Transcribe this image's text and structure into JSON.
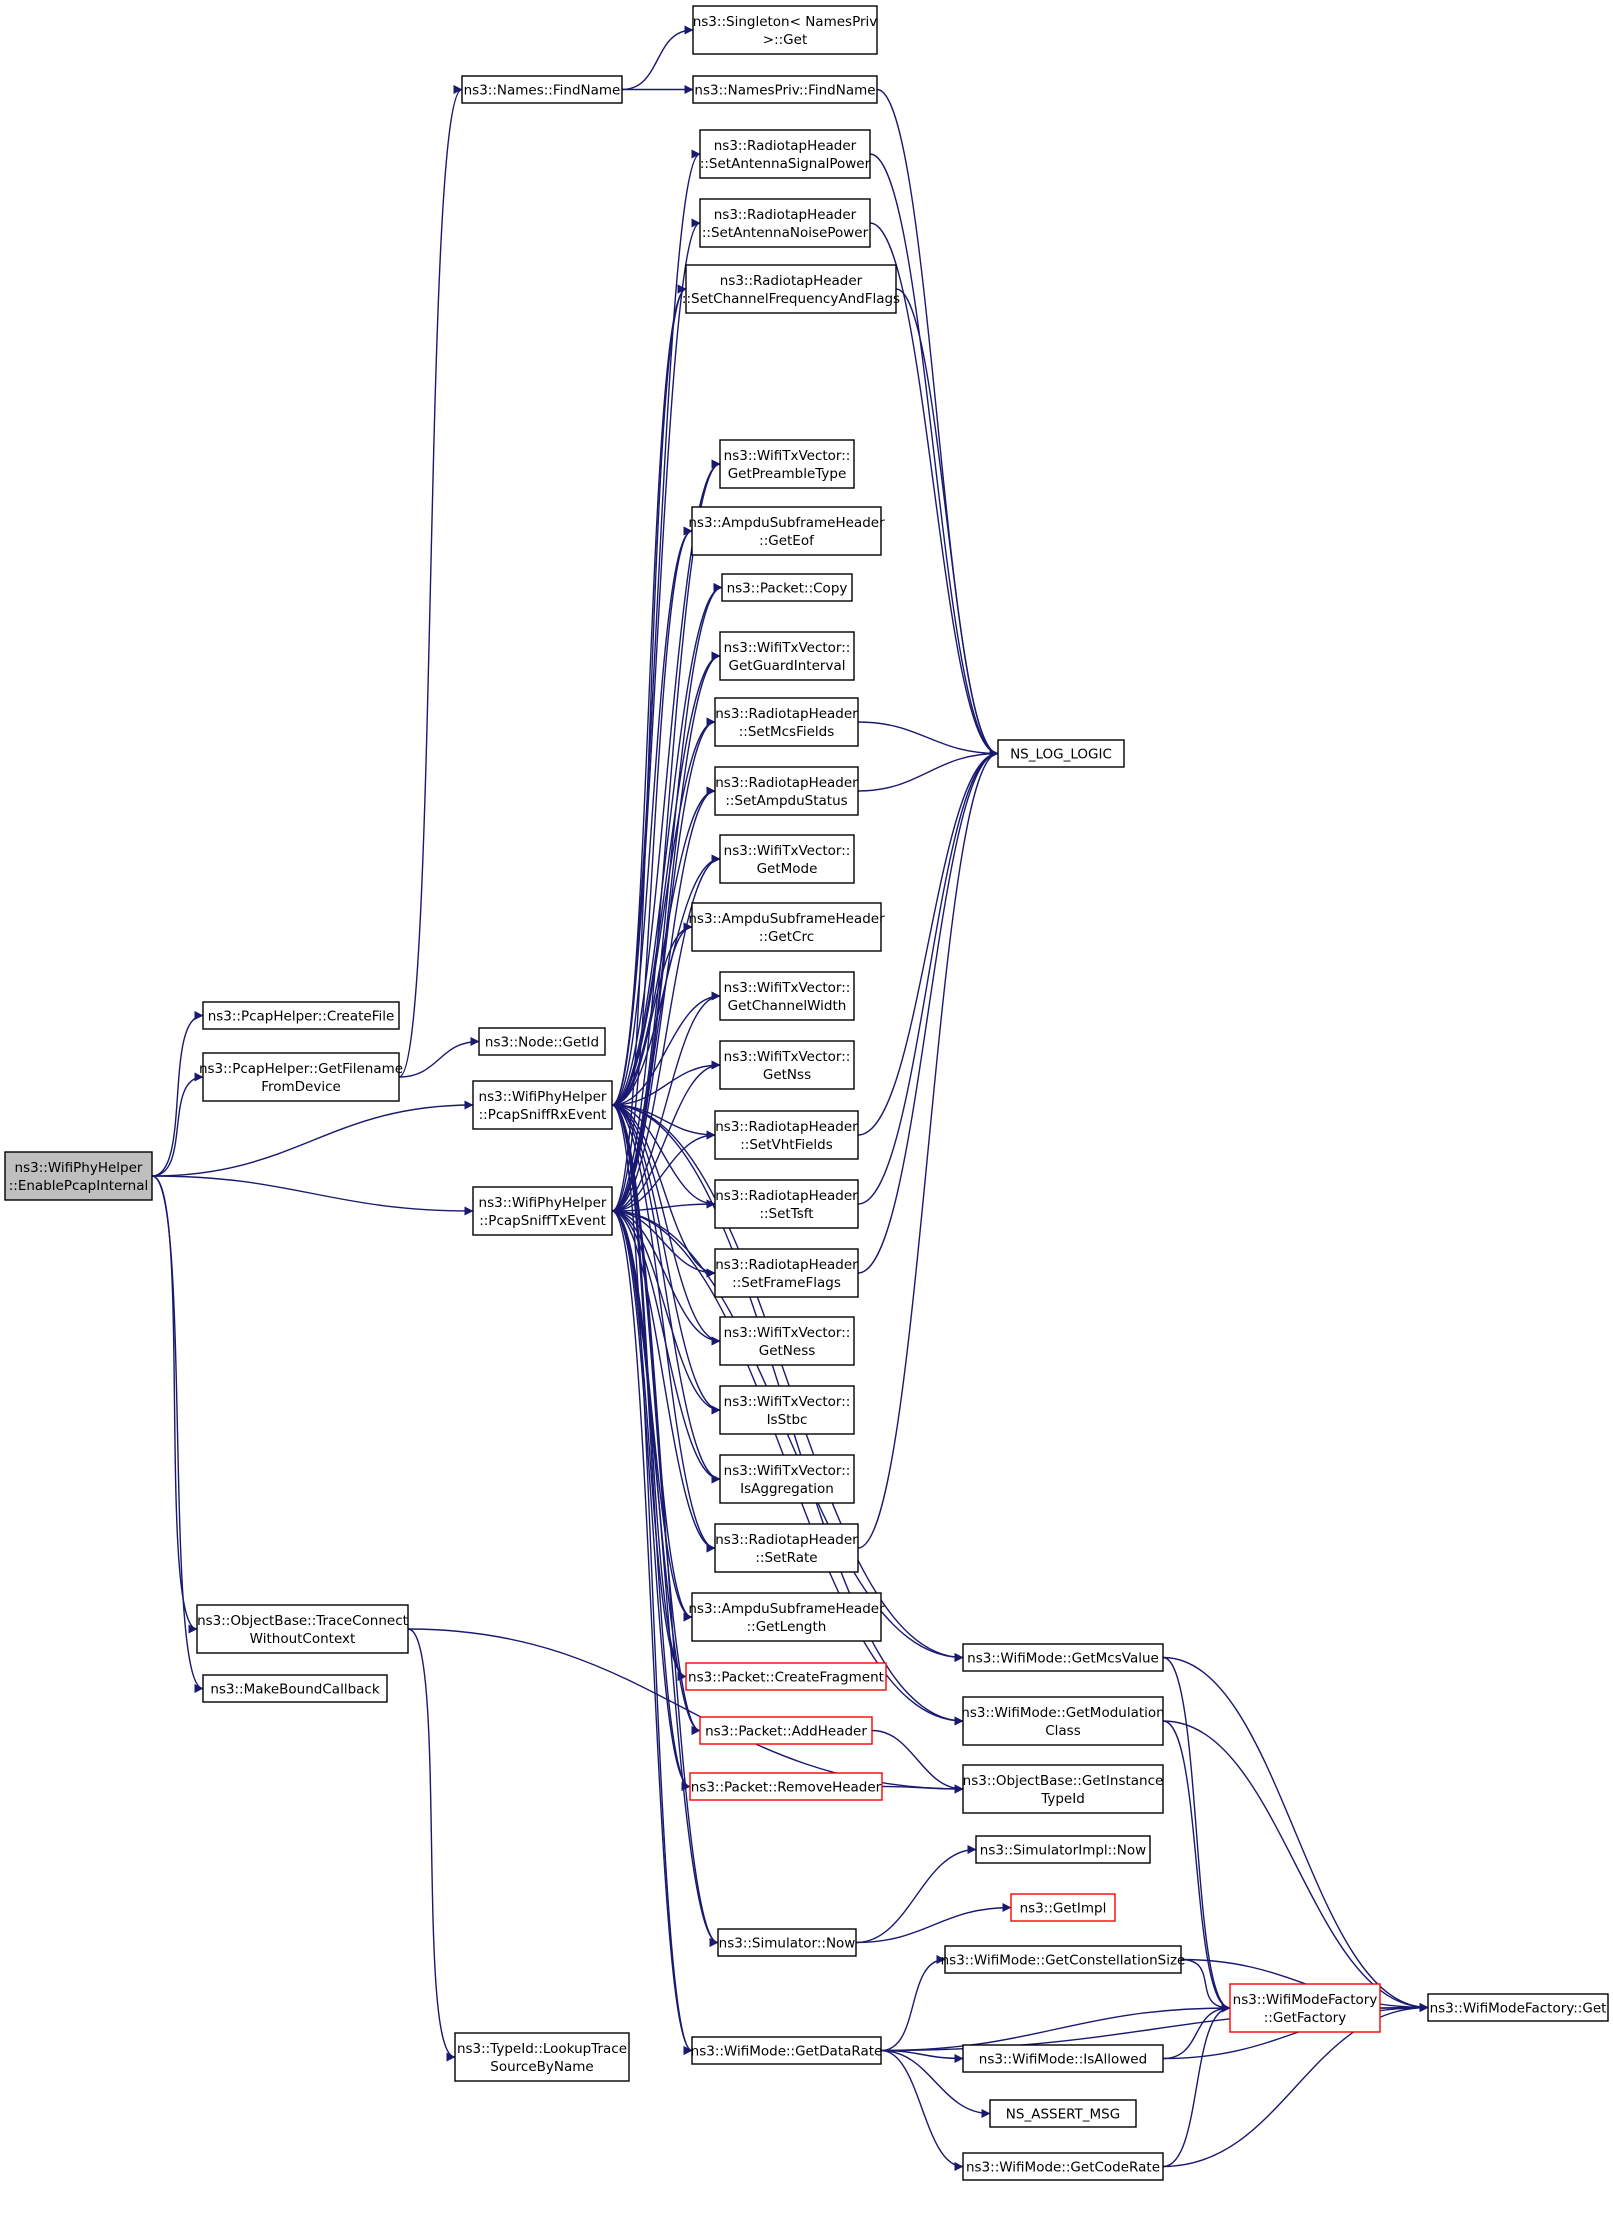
{
  "colors": {
    "edge": "#191970",
    "node_border": "#000000",
    "node_border_truncated": "#ff0000",
    "node_fill": "#ffffff",
    "root_fill": "#bfbfbf"
  },
  "nodes": [
    {
      "id": "root",
      "lines": [
        "ns3::WifiPhyHelper",
        "::EnablePcapInternal"
      ],
      "root": true
    },
    {
      "id": "createfile",
      "lines": [
        "ns3::PcapHelper::CreateFile"
      ]
    },
    {
      "id": "getfilename",
      "lines": [
        "ns3::PcapHelper::GetFilename",
        "FromDevice"
      ]
    },
    {
      "id": "tracecon",
      "lines": [
        "ns3::ObjectBase::TraceConnect",
        "WithoutContext"
      ]
    },
    {
      "id": "makebound",
      "lines": [
        "ns3::MakeBoundCallback"
      ]
    },
    {
      "id": "namesfind",
      "lines": [
        "ns3::Names::FindName"
      ]
    },
    {
      "id": "nodegetid",
      "lines": [
        "ns3::Node::GetId"
      ]
    },
    {
      "id": "rxevent",
      "lines": [
        "ns3::WifiPhyHelper",
        "::PcapSniffRxEvent"
      ]
    },
    {
      "id": "txevent",
      "lines": [
        "ns3::WifiPhyHelper",
        "::PcapSniffTxEvent"
      ]
    },
    {
      "id": "lookup",
      "lines": [
        "ns3::TypeId::LookupTrace",
        "SourceByName"
      ]
    },
    {
      "id": "singleton",
      "lines": [
        "ns3::Singleton< NamesPriv",
        ">::Get"
      ]
    },
    {
      "id": "namespriv",
      "lines": [
        "ns3::NamesPriv::FindName"
      ]
    },
    {
      "id": "setsig",
      "lines": [
        "ns3::RadiotapHeader",
        "::SetAntennaSignalPower"
      ]
    },
    {
      "id": "setnoise",
      "lines": [
        "ns3::RadiotapHeader",
        "::SetAntennaNoisePower"
      ]
    },
    {
      "id": "setchan",
      "lines": [
        "ns3::RadiotapHeader",
        "::SetChannelFrequencyAndFlags"
      ]
    },
    {
      "id": "getpreamble",
      "lines": [
        "ns3::WifiTxVector::",
        "GetPreambleType"
      ]
    },
    {
      "id": "geteof",
      "lines": [
        "ns3::AmpduSubframeHeader",
        "::GetEof"
      ]
    },
    {
      "id": "pktcopy",
      "lines": [
        "ns3::Packet::Copy"
      ]
    },
    {
      "id": "getguard",
      "lines": [
        "ns3::WifiTxVector::",
        "GetGuardInterval"
      ]
    },
    {
      "id": "setmcs",
      "lines": [
        "ns3::RadiotapHeader",
        "::SetMcsFields"
      ]
    },
    {
      "id": "setampdu",
      "lines": [
        "ns3::RadiotapHeader",
        "::SetAmpduStatus"
      ]
    },
    {
      "id": "getmode",
      "lines": [
        "ns3::WifiTxVector::",
        "GetMode"
      ]
    },
    {
      "id": "getcrc",
      "lines": [
        "ns3::AmpduSubframeHeader",
        "::GetCrc"
      ]
    },
    {
      "id": "getchw",
      "lines": [
        "ns3::WifiTxVector::",
        "GetChannelWidth"
      ]
    },
    {
      "id": "getnss",
      "lines": [
        "ns3::WifiTxVector::",
        "GetNss"
      ]
    },
    {
      "id": "setvht",
      "lines": [
        "ns3::RadiotapHeader",
        "::SetVhtFields"
      ]
    },
    {
      "id": "settsft",
      "lines": [
        "ns3::RadiotapHeader",
        "::SetTsft"
      ]
    },
    {
      "id": "setframe",
      "lines": [
        "ns3::RadiotapHeader",
        "::SetFrameFlags"
      ]
    },
    {
      "id": "getness",
      "lines": [
        "ns3::WifiTxVector::",
        "GetNess"
      ]
    },
    {
      "id": "isstbc",
      "lines": [
        "ns3::WifiTxVector::",
        "IsStbc"
      ]
    },
    {
      "id": "isagg",
      "lines": [
        "ns3::WifiTxVector::",
        "IsAggregation"
      ]
    },
    {
      "id": "setrate",
      "lines": [
        "ns3::RadiotapHeader",
        "::SetRate"
      ]
    },
    {
      "id": "getlength",
      "lines": [
        "ns3::AmpduSubframeHeader",
        "::GetLength"
      ]
    },
    {
      "id": "createfrag",
      "lines": [
        "ns3::Packet::CreateFragment"
      ],
      "truncated": true
    },
    {
      "id": "addheader",
      "lines": [
        "ns3::Packet::AddHeader"
      ],
      "truncated": true
    },
    {
      "id": "removeheader",
      "lines": [
        "ns3::Packet::RemoveHeader"
      ],
      "truncated": true
    },
    {
      "id": "simnow",
      "lines": [
        "ns3::Simulator::Now"
      ]
    },
    {
      "id": "getdatarate",
      "lines": [
        "ns3::WifiMode::GetDataRate"
      ]
    },
    {
      "id": "nslog",
      "lines": [
        "NS_LOG_LOGIC"
      ]
    },
    {
      "id": "getmcsval",
      "lines": [
        "ns3::WifiMode::GetMcsValue"
      ]
    },
    {
      "id": "getmodclass",
      "lines": [
        "ns3::WifiMode::GetModulation",
        "Class"
      ]
    },
    {
      "id": "getinst",
      "lines": [
        "ns3::ObjectBase::GetInstance",
        "TypeId"
      ]
    },
    {
      "id": "simimplnow",
      "lines": [
        "ns3::SimulatorImpl::Now"
      ]
    },
    {
      "id": "getimpl",
      "lines": [
        "ns3::GetImpl"
      ],
      "truncated": true
    },
    {
      "id": "getconst",
      "lines": [
        "ns3::WifiMode::GetConstellationSize"
      ]
    },
    {
      "id": "isallowed",
      "lines": [
        "ns3::WifiMode::IsAllowed"
      ]
    },
    {
      "id": "nsassert",
      "lines": [
        "NS_ASSERT_MSG"
      ]
    },
    {
      "id": "getcoderate",
      "lines": [
        "ns3::WifiMode::GetCodeRate"
      ]
    },
    {
      "id": "factory",
      "lines": [
        "ns3::WifiModeFactory",
        "::GetFactory"
      ],
      "truncated": true
    },
    {
      "id": "factoryget",
      "lines": [
        "ns3::WifiModeFactory::Get"
      ]
    }
  ],
  "edges": [
    [
      "root",
      "createfile"
    ],
    [
      "root",
      "getfilename"
    ],
    [
      "root",
      "rxevent"
    ],
    [
      "root",
      "txevent"
    ],
    [
      "root",
      "tracecon"
    ],
    [
      "root",
      "makebound"
    ],
    [
      "getfilename",
      "namesfind"
    ],
    [
      "getfilename",
      "nodegetid"
    ],
    [
      "namesfind",
      "singleton"
    ],
    [
      "namesfind",
      "namespriv"
    ],
    [
      "namespriv",
      "nslog"
    ],
    [
      "setsig",
      "nslog"
    ],
    [
      "setnoise",
      "nslog"
    ],
    [
      "setchan",
      "nslog"
    ],
    [
      "setmcs",
      "nslog"
    ],
    [
      "setampdu",
      "nslog"
    ],
    [
      "setvht",
      "nslog"
    ],
    [
      "settsft",
      "nslog"
    ],
    [
      "setframe",
      "nslog"
    ],
    [
      "setrate",
      "nslog"
    ],
    [
      "tracecon",
      "lookup"
    ],
    [
      "tracecon",
      "getinst"
    ],
    [
      "rxevent",
      "setsig"
    ],
    [
      "rxevent",
      "setnoise"
    ],
    [
      "rxevent",
      "setchan"
    ],
    [
      "rxevent",
      "getpreamble"
    ],
    [
      "rxevent",
      "geteof"
    ],
    [
      "rxevent",
      "pktcopy"
    ],
    [
      "rxevent",
      "getguard"
    ],
    [
      "rxevent",
      "setmcs"
    ],
    [
      "rxevent",
      "setampdu"
    ],
    [
      "rxevent",
      "getmode"
    ],
    [
      "rxevent",
      "getcrc"
    ],
    [
      "rxevent",
      "getchw"
    ],
    [
      "rxevent",
      "getnss"
    ],
    [
      "rxevent",
      "setvht"
    ],
    [
      "rxevent",
      "settsft"
    ],
    [
      "rxevent",
      "setframe"
    ],
    [
      "rxevent",
      "getness"
    ],
    [
      "rxevent",
      "isstbc"
    ],
    [
      "rxevent",
      "isagg"
    ],
    [
      "rxevent",
      "setrate"
    ],
    [
      "rxevent",
      "getlength"
    ],
    [
      "rxevent",
      "createfrag"
    ],
    [
      "rxevent",
      "addheader"
    ],
    [
      "rxevent",
      "removeheader"
    ],
    [
      "rxevent",
      "simnow"
    ],
    [
      "rxevent",
      "getdatarate"
    ],
    [
      "rxevent",
      "getmcsval"
    ],
    [
      "rxevent",
      "getmodclass"
    ],
    [
      "txevent",
      "setchan"
    ],
    [
      "txevent",
      "getpreamble"
    ],
    [
      "txevent",
      "geteof"
    ],
    [
      "txevent",
      "pktcopy"
    ],
    [
      "txevent",
      "getguard"
    ],
    [
      "txevent",
      "setmcs"
    ],
    [
      "txevent",
      "setampdu"
    ],
    [
      "txevent",
      "getmode"
    ],
    [
      "txevent",
      "getcrc"
    ],
    [
      "txevent",
      "getchw"
    ],
    [
      "txevent",
      "getnss"
    ],
    [
      "txevent",
      "setvht"
    ],
    [
      "txevent",
      "settsft"
    ],
    [
      "txevent",
      "setframe"
    ],
    [
      "txevent",
      "getness"
    ],
    [
      "txevent",
      "isstbc"
    ],
    [
      "txevent",
      "isagg"
    ],
    [
      "txevent",
      "setrate"
    ],
    [
      "txevent",
      "getlength"
    ],
    [
      "txevent",
      "createfrag"
    ],
    [
      "txevent",
      "addheader"
    ],
    [
      "txevent",
      "removeheader"
    ],
    [
      "txevent",
      "simnow"
    ],
    [
      "txevent",
      "getdatarate"
    ],
    [
      "txevent",
      "getmcsval"
    ],
    [
      "txevent",
      "getmodclass"
    ],
    [
      "addheader",
      "getinst"
    ],
    [
      "removeheader",
      "getinst"
    ],
    [
      "simnow",
      "simimplnow"
    ],
    [
      "simnow",
      "getimpl"
    ],
    [
      "getdatarate",
      "getconst"
    ],
    [
      "getdatarate",
      "factory"
    ],
    [
      "getdatarate",
      "isallowed"
    ],
    [
      "getdatarate",
      "nsassert"
    ],
    [
      "getdatarate",
      "getcoderate"
    ],
    [
      "getdatarate",
      "factoryget"
    ],
    [
      "getmcsval",
      "factory"
    ],
    [
      "getmcsval",
      "factoryget"
    ],
    [
      "getmodclass",
      "factory"
    ],
    [
      "getmodclass",
      "factoryget"
    ],
    [
      "getconst",
      "factory"
    ],
    [
      "getconst",
      "factoryget"
    ],
    [
      "isallowed",
      "factory"
    ],
    [
      "isallowed",
      "factoryget"
    ],
    [
      "getcoderate",
      "factory"
    ],
    [
      "getcoderate",
      "factoryget"
    ],
    [
      "factory",
      "factoryget"
    ]
  ]
}
